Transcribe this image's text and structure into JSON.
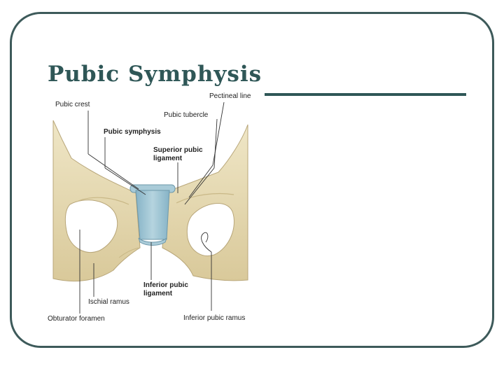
{
  "slide": {
    "title": "Pubic Symphysis"
  },
  "figure": {
    "labels": {
      "pectineal_line": "Pectineal line",
      "pubic_crest": "Pubic crest",
      "pubic_tubercle": "Pubic tubercle",
      "pubic_symphysis": "Pubic symphysis",
      "superior_ligament_l1": "Superior pubic",
      "superior_ligament_l2": "ligament",
      "inferior_ligament_l1": "Inferior pubic",
      "inferior_ligament_l2": "ligament",
      "ischial_ramus": "Ischial ramus",
      "obturator_foramen": "Obturator foramen",
      "inferior_pubic_ramus": "Inferior pubic ramus"
    }
  },
  "colors": {
    "frame": "#3d5a5a",
    "title": "#2f5757",
    "bone": "#e6dab3",
    "ligament": "#9cc2d2"
  }
}
